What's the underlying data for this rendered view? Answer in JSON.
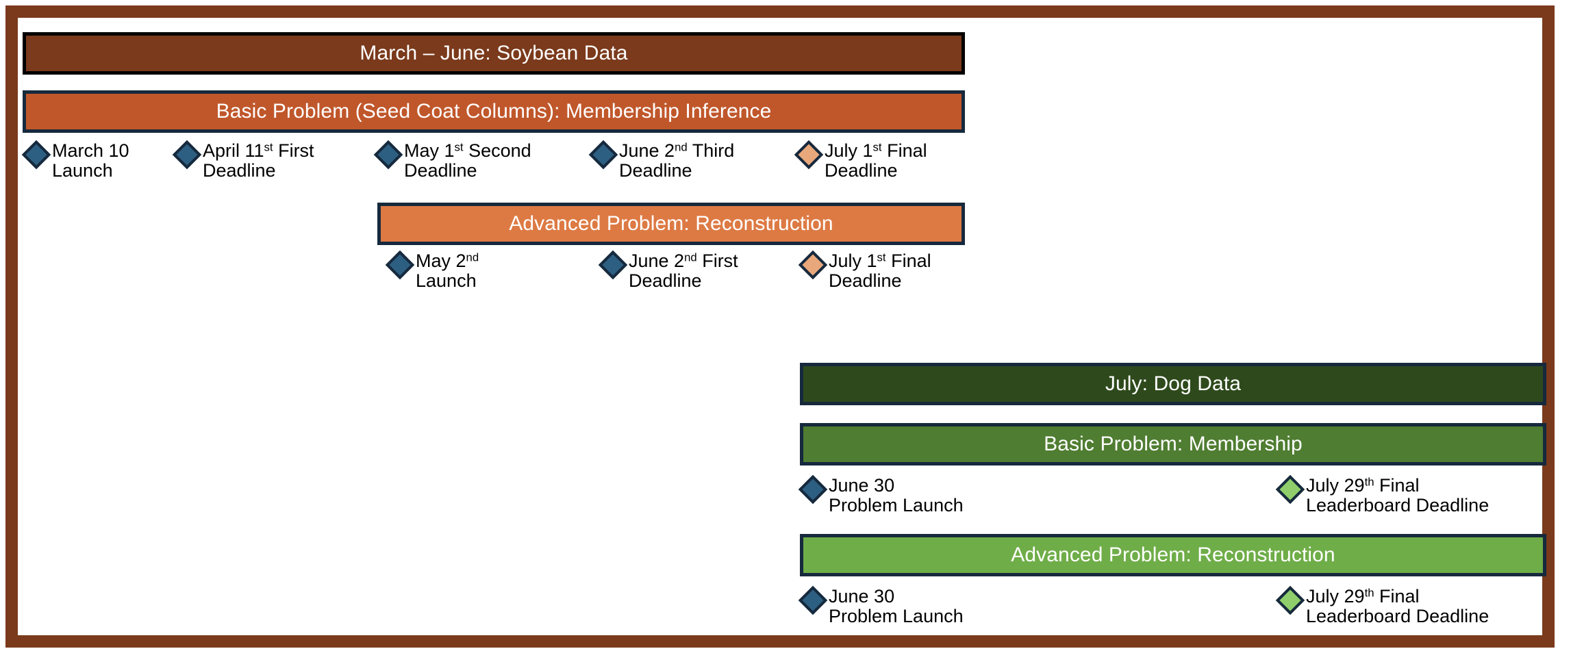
{
  "frame": {
    "border_color": "#7a3a1b"
  },
  "palette": {
    "soybean_header": "#7a3a1b",
    "soybean_basic": "#c0572b",
    "soybean_advanced": "#dd7a44",
    "dog_header": "#2e4a1c",
    "dog_basic": "#4f7d31",
    "dog_advanced": "#6fad48",
    "diamond_blue": "#2d5f82",
    "diamond_peach": "#e8a87c",
    "diamond_green": "#8fce6b",
    "diamond_outline": "#16293d",
    "header_outline": "#000000",
    "bar_outline": "#16293d"
  },
  "soybean": {
    "header": {
      "label": "March – June: Soybean Data"
    },
    "basic": {
      "label": "Basic Problem (Seed Coat Columns): Membership Inference",
      "milestones": [
        {
          "line1_pre": "March 10",
          "sup": "",
          "line1_post": "",
          "line2": "Launch",
          "color": "#2d5f82",
          "name": "milestone-march-10-launch"
        },
        {
          "line1_pre": "April 11",
          "sup": "st",
          "line1_post": " First",
          "line2": "Deadline",
          "color": "#2d5f82",
          "name": "milestone-april-11-first-deadline"
        },
        {
          "line1_pre": "May 1",
          "sup": "st",
          "line1_post": " Second",
          "line2": "Deadline",
          "color": "#2d5f82",
          "name": "milestone-may-1-second-deadline"
        },
        {
          "line1_pre": "June 2",
          "sup": "nd",
          "line1_post": " Third",
          "line2": "Deadline",
          "color": "#2d5f82",
          "name": "milestone-june-2-third-deadline"
        },
        {
          "line1_pre": "July 1",
          "sup": "st",
          "line1_post": " Final",
          "line2": "Deadline",
          "color": "#e8a87c",
          "name": "milestone-july-1-final-deadline"
        }
      ]
    },
    "advanced": {
      "label": "Advanced Problem: Reconstruction",
      "milestones": [
        {
          "line1_pre": "May 2",
          "sup": "nd",
          "line1_post": "",
          "line2": "Launch",
          "color": "#2d5f82",
          "name": "milestone-may-2-launch"
        },
        {
          "line1_pre": "June 2",
          "sup": "nd",
          "line1_post": "  First",
          "line2": "Deadline",
          "color": "#2d5f82",
          "name": "milestone-june-2-first-deadline"
        },
        {
          "line1_pre": "July 1",
          "sup": "st",
          "line1_post": " Final",
          "line2": "Deadline",
          "color": "#e8a87c",
          "name": "milestone-july-1-final-deadline-advanced"
        }
      ]
    }
  },
  "dog": {
    "header": {
      "label": "July: Dog Data"
    },
    "basic": {
      "label": "Basic Problem: Membership",
      "milestones": [
        {
          "line1_pre": "June 30",
          "sup": "",
          "line1_post": "",
          "line2": "Problem Launch",
          "color": "#2d5f82",
          "name": "milestone-june-30-problem-launch-basic"
        },
        {
          "line1_pre": "July 29",
          "sup": "th",
          "line1_post": " Final",
          "line2": "Leaderboard Deadline",
          "color": "#8fce6b",
          "name": "milestone-july-29-final-leaderboard-deadline-basic"
        }
      ]
    },
    "advanced": {
      "label": "Advanced Problem: Reconstruction",
      "milestones": [
        {
          "line1_pre": "June 30",
          "sup": "",
          "line1_post": "",
          "line2": "Problem Launch",
          "color": "#2d5f82",
          "name": "milestone-june-30-problem-launch-advanced"
        },
        {
          "line1_pre": "July 29",
          "sup": "th",
          "line1_post": " Final",
          "line2": "Leaderboard Deadline",
          "color": "#8fce6b",
          "name": "milestone-july-29-final-leaderboard-deadline-advanced"
        }
      ]
    }
  }
}
